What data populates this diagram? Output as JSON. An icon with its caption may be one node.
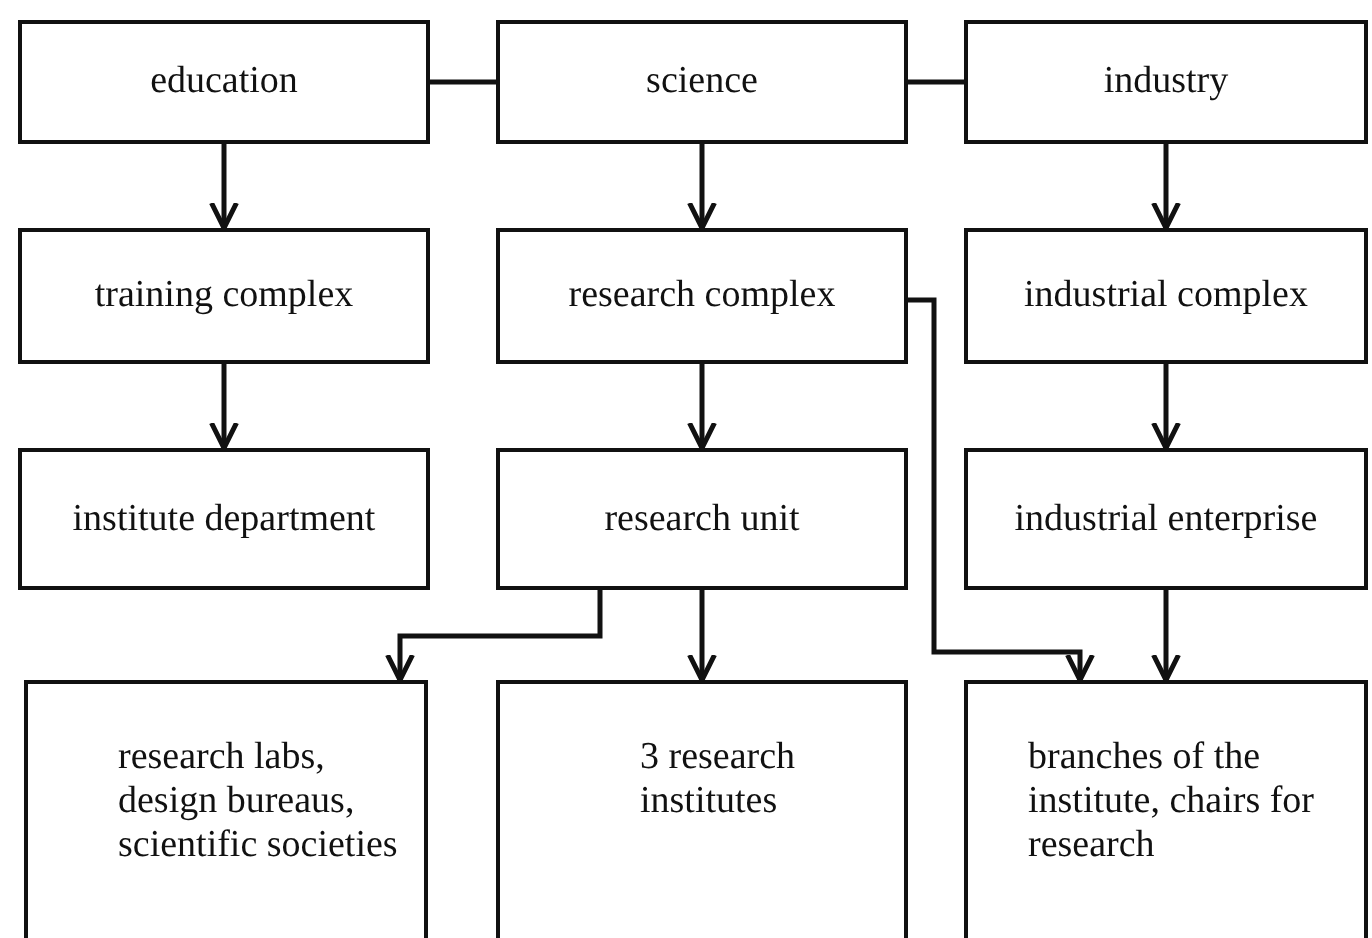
{
  "diagram": {
    "nodes": [
      {
        "text": [
          "education"
        ]
      },
      {
        "text": [
          "science"
        ]
      },
      {
        "text": [
          "industry"
        ]
      },
      {
        "text": [
          "training complex"
        ]
      },
      {
        "text": [
          "research complex"
        ]
      },
      {
        "text": [
          "industrial complex"
        ]
      },
      {
        "text": [
          "institute department"
        ]
      },
      {
        "text": [
          "research unit"
        ]
      },
      {
        "text": [
          "industrial enterprise"
        ]
      },
      {
        "text": [
          "research labs, design bureaus, scientific societies"
        ]
      },
      {
        "text": [
          "3 research institutes"
        ]
      },
      {
        "text": [
          "branches of the institute, chairs for research"
        ]
      }
    ],
    "edges": [
      {
        "from": 0,
        "to": 1,
        "arrow": "none"
      },
      {
        "from": 1,
        "to": 2,
        "arrow": "none"
      },
      {
        "from": 0,
        "to": 3,
        "arrow": "to"
      },
      {
        "from": 1,
        "to": 4,
        "arrow": "to"
      },
      {
        "from": 2,
        "to": 5,
        "arrow": "to"
      },
      {
        "from": 3,
        "to": 6,
        "arrow": "to"
      },
      {
        "from": 4,
        "to": 7,
        "arrow": "to"
      },
      {
        "from": 5,
        "to": 8,
        "arrow": "to"
      },
      {
        "from": 7,
        "to": 9,
        "arrow": "to"
      },
      {
        "from": 7,
        "to": 10,
        "arrow": "to"
      },
      {
        "from": 4,
        "to": 11,
        "arrow": "to"
      },
      {
        "from": 8,
        "to": 11,
        "arrow": "to"
      }
    ]
  }
}
